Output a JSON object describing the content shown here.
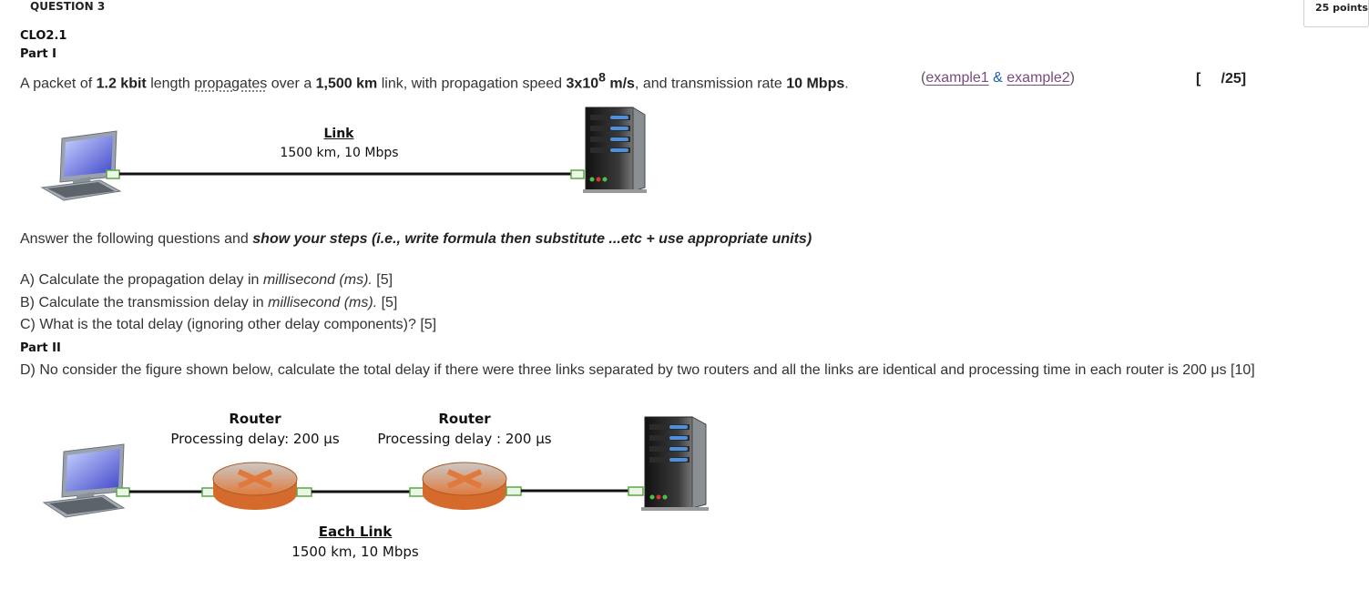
{
  "header": {
    "question_label": "QUESTION 3",
    "points": "25 points"
  },
  "clo": "CLO2.1",
  "part1": {
    "heading": "Part I",
    "statement": {
      "s1": "A packet of ",
      "b1": "1.2 kbit",
      "s2": " length ",
      "dotted": "propagates",
      "s3": " over a ",
      "b2": "1,500 km",
      "s4": " link, with propagation speed ",
      "b3": "3x10",
      "exp": "8",
      "b4": " m/s",
      "s5": ", and transmission rate ",
      "b5": "10 Mbps",
      "s6": "."
    },
    "examples": {
      "open": "(",
      "example1": "example1",
      "amp": " & ",
      "example2": "example2",
      "close": ")"
    },
    "score": "[     /25]",
    "diagram": {
      "link_title": "Link",
      "link_spec": "1500 km, 10 Mbps"
    }
  },
  "instructions": {
    "plain": "Answer the following questions and ",
    "emph": "show your steps (i.e., write formula then substitute ...etc + use appropriate units)"
  },
  "questions": {
    "a_pre": "A) Calculate the propagation delay in ",
    "a_unit": "millisecond (ms).",
    "a_mark": " [5]",
    "b_pre": "B) Calculate the transmission delay in ",
    "b_unit": "millisecond (ms).",
    "b_mark": " [5]",
    "c": "C) What is the total delay (ignoring other delay components)? [5]"
  },
  "part2": {
    "heading": "Part II",
    "d": "D) No consider the figure shown below, calculate the total delay if there were three links separated by two routers and all the links are identical and processing time in each router is 200 μs [10]",
    "diagram": {
      "router1_title": "Router",
      "router1_delay": "Processing delay: 200 μs",
      "router2_title": "Router",
      "router2_delay": "Processing delay : 200 μs",
      "link_title": "Each Link",
      "link_spec": "1500 km, 10 Mbps"
    }
  },
  "icons": [
    "computer-icon",
    "server-icon",
    "router-icon"
  ],
  "colors": {
    "link_visited": "#7b4a7e",
    "router_body": "#e07a3c",
    "server_lights": "#4f8fe0",
    "port_green": "#6cbf5f"
  }
}
